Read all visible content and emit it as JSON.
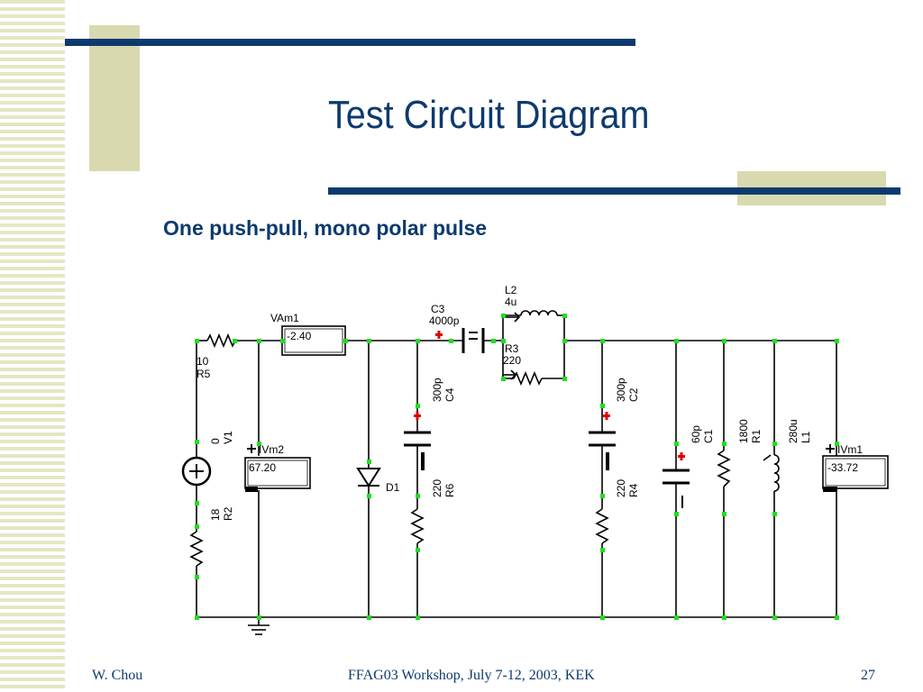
{
  "slide": {
    "title": "Test Circuit Diagram",
    "subtitle": "One push-pull, mono polar pulse",
    "footer_left": "W. Chou",
    "footer_center": "FFAG03 Workshop, July 7-12, 2003, KEK",
    "page_number": "27"
  },
  "circuit": {
    "r5": {
      "value": "10",
      "name": "R5"
    },
    "vam1": {
      "name": "VAm1",
      "reading": "-2.40"
    },
    "c3": {
      "name": "C3",
      "value": "4000p"
    },
    "l2": {
      "name": "L2",
      "value": "4u"
    },
    "r3": {
      "name": "R3",
      "value": "220"
    },
    "v1": {
      "value": "0",
      "name": "V1"
    },
    "ivm2": {
      "name": "IVm2",
      "reading": "67.20"
    },
    "r2": {
      "value": "18",
      "name": "R2"
    },
    "d1": {
      "name": "D1"
    },
    "c4": {
      "value": "300p",
      "name": "C4"
    },
    "r6": {
      "value": "220",
      "name": "R6"
    },
    "c2": {
      "value": "300p",
      "name": "C2"
    },
    "r4": {
      "value": "220",
      "name": "R4"
    },
    "c1": {
      "value": "60p",
      "name": "C1"
    },
    "r1": {
      "value": "1800",
      "name": "R1"
    },
    "l1": {
      "value": "280u",
      "name": "L1"
    },
    "ivm1": {
      "name": "IVm1",
      "reading": "-33.72"
    }
  },
  "colors": {
    "title": "#0d3a6e",
    "accent_bar": "#0d3a6e",
    "block": "#d9d9b0",
    "node": "#22cc22",
    "polarity": "#dd0000"
  }
}
